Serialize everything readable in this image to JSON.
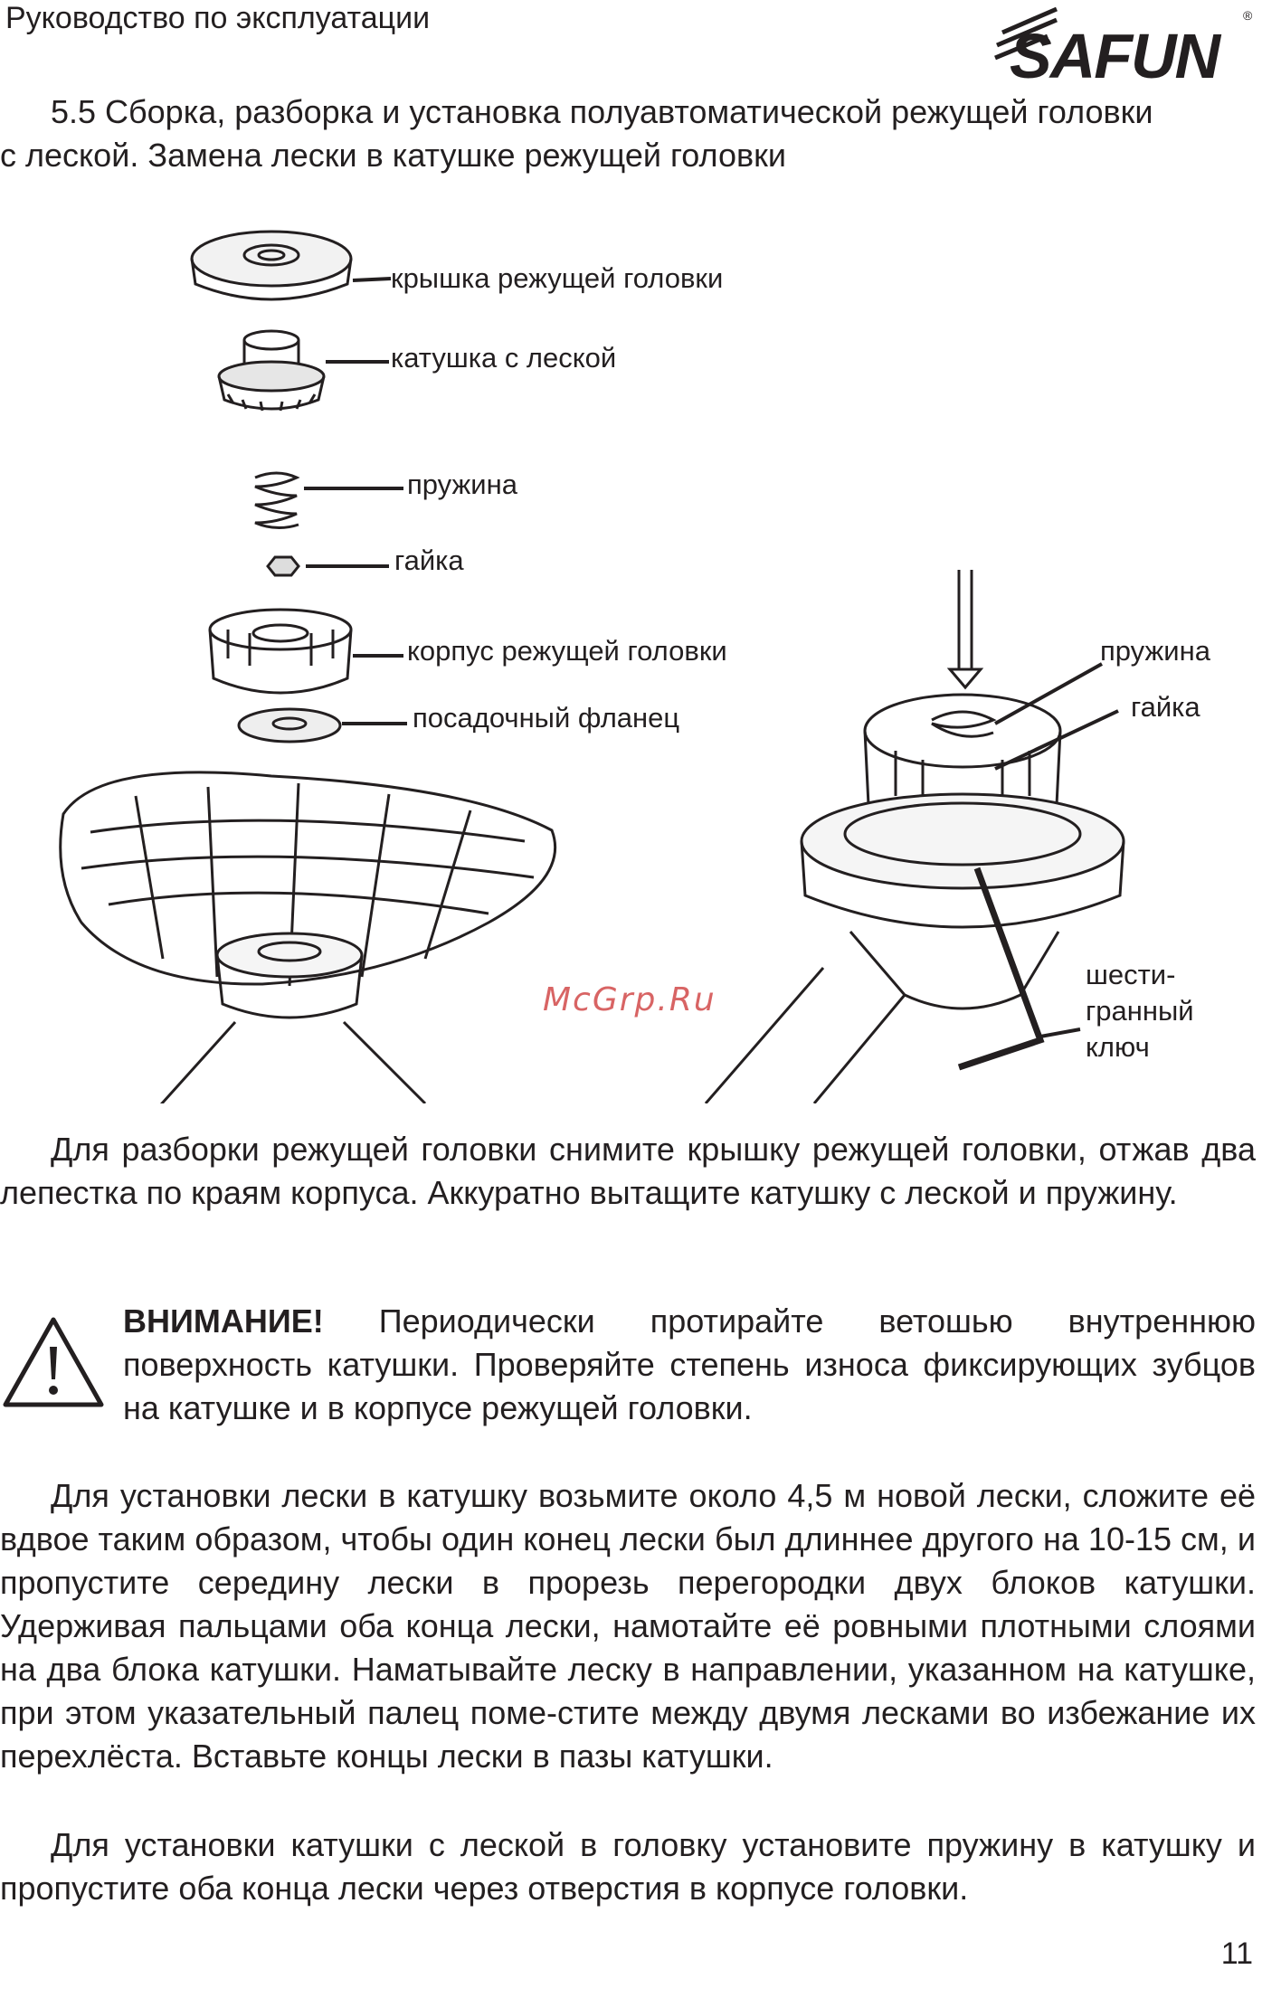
{
  "header": {
    "title": "Руководство по эксплуатации",
    "logo_text": "SAFUN",
    "logo_mark": "®"
  },
  "section": {
    "title_line1": "5.5 Сборка, разборка и установка полуавтоматической режущей головки",
    "title_line2": "с леской. Замена лески в катушке режущей головки"
  },
  "figure": {
    "labels": {
      "cover": "крышка режущей головки",
      "spool": "катушка с леской",
      "spring_left": "пружина",
      "nut_left": "гайка",
      "housing": "корпус режущей головки",
      "flange": "посадочный фланец",
      "spring_right": "пружина",
      "nut_right": "гайка",
      "hex_key_line1": "шести-",
      "hex_key_line2": "гранный",
      "hex_key_line3": "ключ"
    },
    "watermark": "McGrp.Ru"
  },
  "body": {
    "p1": "Для разборки режущей головки снимите крышку режущей головки, отжав два лепестка по краям корпуса. Аккуратно вытащите катушку с леской и пружину.",
    "warning_label": "ВНИМАНИЕ!",
    "warning_text": "Периодически протирайте ветошью внутреннюю поверхность катушки. Проверяйте степень износа фиксирующих зубцов на катушке и в корпусе режущей головки.",
    "p3": "Для установки лески в катушку возьмите около 4,5 м новой лески, сложите её вдвое таким образом, чтобы один конец лески был длиннее другого на 10-15 см, и пропустите середину лески в прорезь перегородки двух блоков катушки. Удерживая пальцами оба конца лески, намотайте её ровными плотными слоями на два блока катушки. Наматывайте леску в направлении, указанном на катушке, при этом указательный палец поме-стите между двумя лесками во избежание их перехлёста. Вставьте концы лески в пазы катушки.",
    "p4": "Для установки катушки с леской в головку установите пружину в катушку и пропустите оба конца лески через отверстия в корпусе головки."
  },
  "footer": {
    "page_number": "11"
  }
}
